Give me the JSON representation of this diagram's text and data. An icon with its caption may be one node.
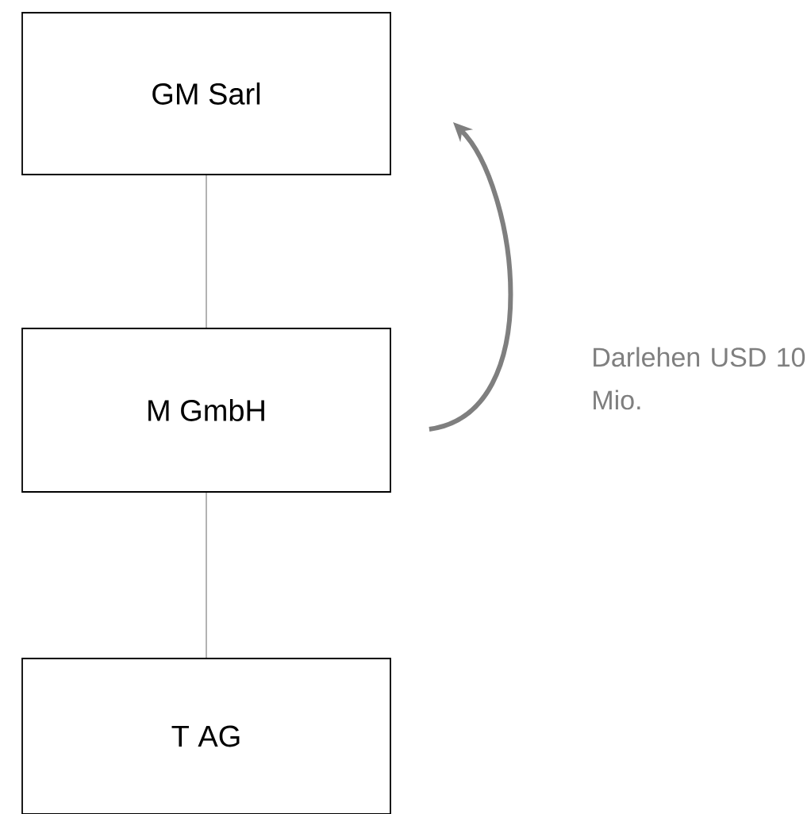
{
  "diagram": {
    "nodes": [
      {
        "text": [
          "GM Sarl"
        ]
      },
      {
        "text": [
          "M GmbH"
        ]
      },
      {
        "text": [
          "T AG"
        ]
      }
    ],
    "edges": [
      {
        "from": 0,
        "to": 1,
        "arrow": "none"
      },
      {
        "from": 1,
        "to": 2,
        "arrow": "none"
      },
      {
        "from": 1,
        "to": 0,
        "arrow": "to",
        "label": "Darlehen USD 10 Mio.",
        "style": "thick",
        "color": "#7f7f7f"
      }
    ]
  }
}
